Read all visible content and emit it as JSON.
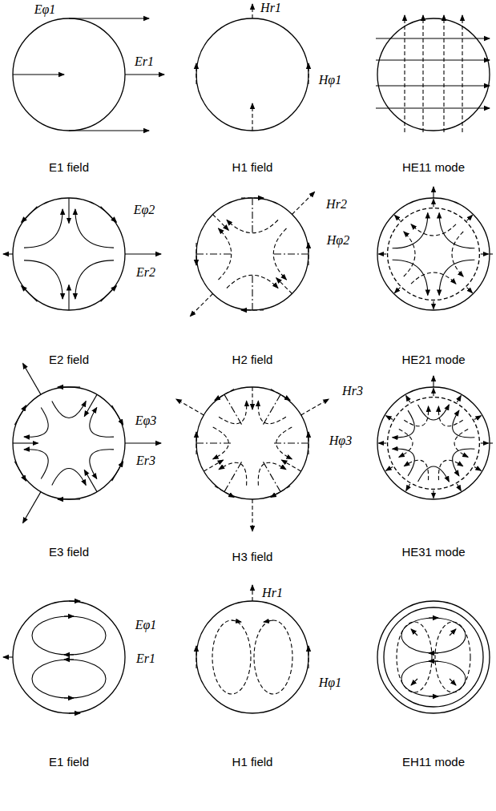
{
  "diagram": {
    "labels": [
      "Eφ1",
      "Hr1",
      "Er1",
      "Hφ1",
      "Eφ2",
      "Hr2",
      "Hφ2",
      "Er2",
      "Hr3",
      "Eφ3",
      "Hφ3",
      "Er3",
      "Hr1",
      "Eφ1",
      "Er1",
      "Hφ1",
      "E1 field",
      "H1 field",
      "HE11 mode",
      "E2 field",
      "H2 field",
      "HE21 mode",
      "E3 field",
      "H3 field",
      "HE31 mode",
      "E1 field",
      "H1 field",
      "EH11 mode"
    ]
  }
}
